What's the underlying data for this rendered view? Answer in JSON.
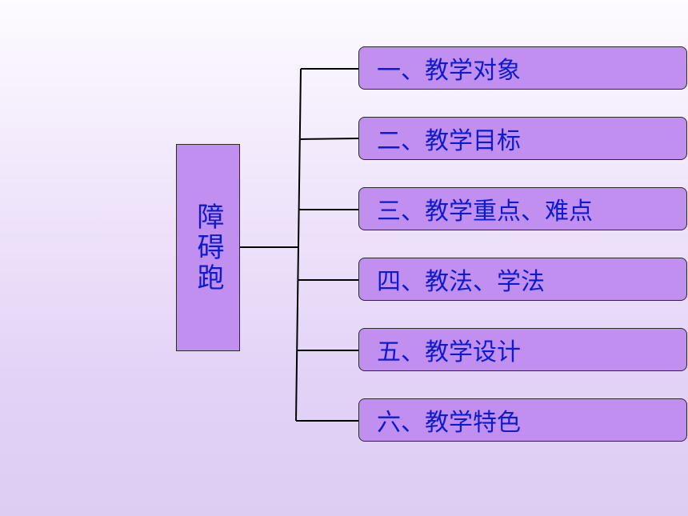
{
  "diagram": {
    "root": {
      "label": "障碍跑"
    },
    "branches": [
      {
        "label": "一、教学对象"
      },
      {
        "label": "二、教学目标"
      },
      {
        "label": "三、教学重点、难点"
      },
      {
        "label": "四、教法、学法"
      },
      {
        "label": "五、教学设计"
      },
      {
        "label": "六、教学特色"
      }
    ]
  }
}
